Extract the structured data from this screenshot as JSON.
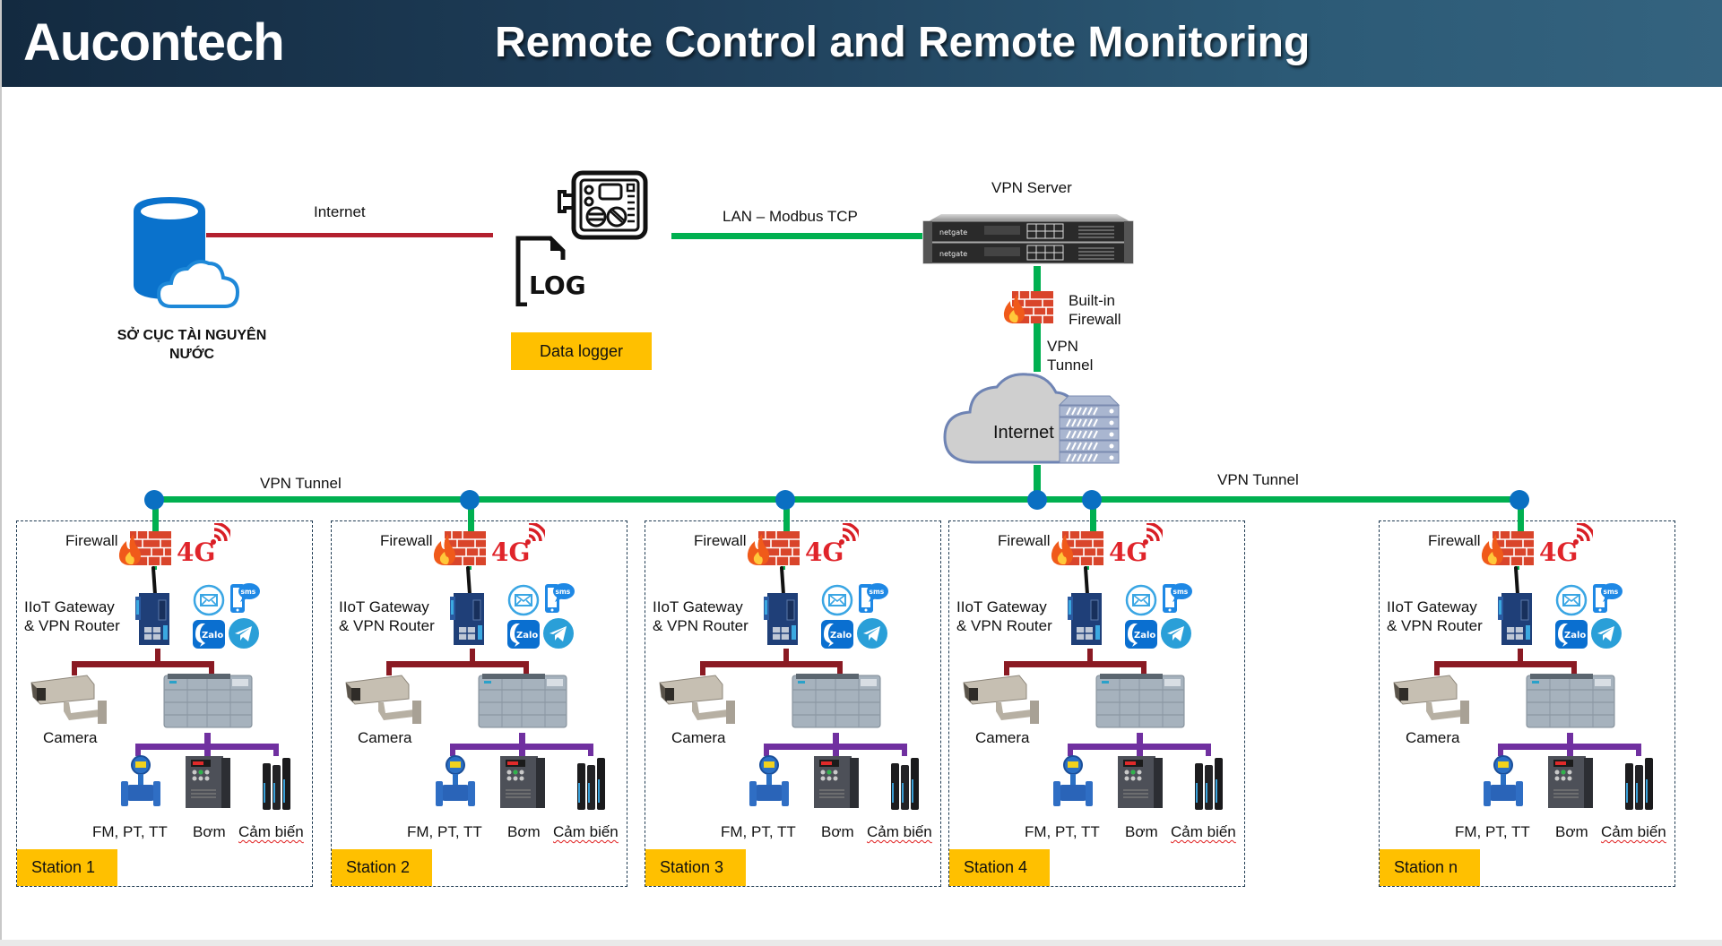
{
  "header": {
    "brand": "Aucontech",
    "title": "Remote Control and Remote Monitoring"
  },
  "colors": {
    "header_start": "#132a40",
    "header_end": "#34637f",
    "lan_line": "#00b050",
    "internet_line": "#b3202e",
    "node": "#0a6fc2",
    "label_bg": "#ffc000",
    "ethernet_bus": "#8a1a23",
    "field_bus": "#7030a0"
  },
  "top": {
    "agency": {
      "icon": "database-cloud-icon",
      "label_line1": "SỞ CỤC TÀI NGUYÊN",
      "label_line2": "NƯỚC"
    },
    "internet_link_label": "Internet",
    "data_logger": {
      "icons": [
        "controller-device-icon",
        "log-file-icon"
      ],
      "log_text": "LOG",
      "label": "Data logger"
    },
    "lan_link_label": "LAN – Modbus TCP",
    "vpn_server": {
      "label": "VPN Server",
      "brand_text": "netgate",
      "icon": "rack-server-icon"
    },
    "builtin_firewall": {
      "icon": "firewall-icon",
      "label_line1": "Built-in",
      "label_line2": "Firewall"
    },
    "vpn_tunnel_vertical": {
      "label_line1": "VPN",
      "label_line2": "Tunnel"
    },
    "internet_cloud": {
      "label": "Internet",
      "icon": "cloud-server-icon"
    }
  },
  "backbone": {
    "left_label": "VPN Tunnel",
    "right_label": "VPN Tunnel"
  },
  "station_template": {
    "firewall_label": "Firewall",
    "cellular_label": "4G",
    "gateway_label_line1": "IIoT Gateway",
    "gateway_label_line2": "& VPN Router",
    "notification_icons": [
      "email-icon",
      "sms-icon",
      "zalo-icon",
      "telegram-icon"
    ],
    "zalo_text": "Zalo",
    "sms_text": "sms",
    "camera_label": "Camera",
    "device_labels": [
      "FM, PT, TT",
      "Bơm",
      "Cảm biến"
    ]
  },
  "stations": [
    {
      "name": "Station 1"
    },
    {
      "name": "Station 2"
    },
    {
      "name": "Station 3"
    },
    {
      "name": "Station 4"
    },
    {
      "name": "Station n"
    }
  ]
}
